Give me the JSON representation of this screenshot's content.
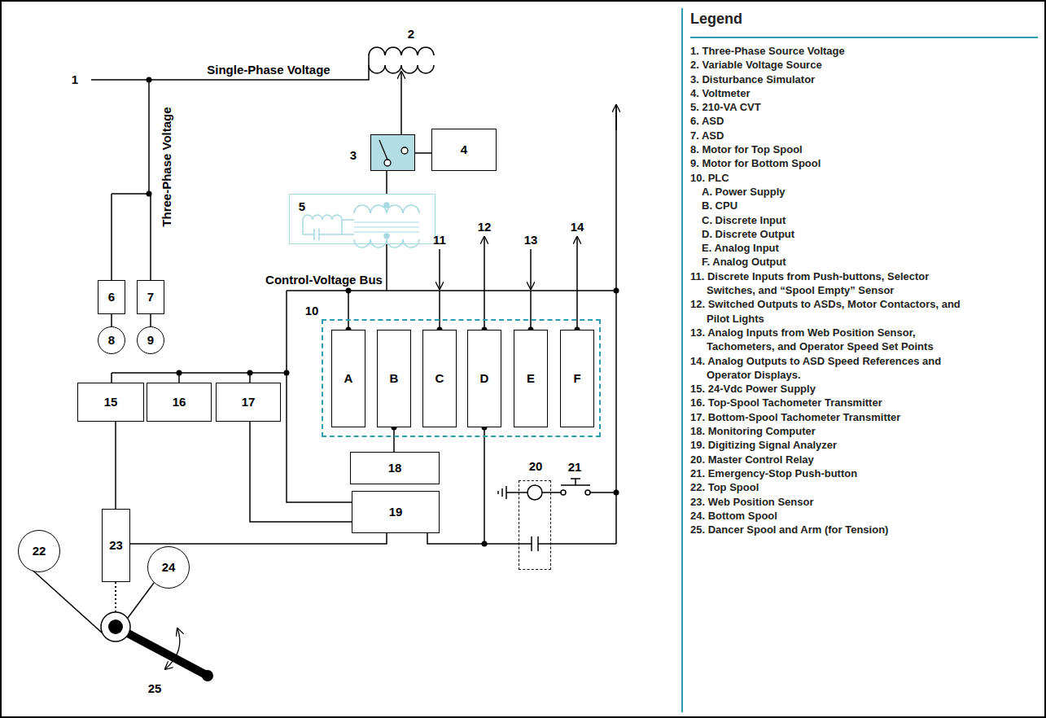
{
  "diagram": {
    "nodes": [
      {
        "text": [
          "3"
        ]
      },
      {
        "text": [
          "4"
        ]
      },
      {
        "text": [
          "5"
        ]
      },
      {
        "text": [
          "6"
        ]
      },
      {
        "text": [
          "7"
        ]
      },
      {
        "text": [
          "8"
        ]
      },
      {
        "text": [
          "9"
        ]
      },
      {
        "text": [
          "10"
        ]
      },
      {
        "text": [
          "A"
        ],
        "in": 7
      },
      {
        "text": [
          "B"
        ],
        "in": 7
      },
      {
        "text": [
          "C"
        ],
        "in": 7
      },
      {
        "text": [
          "D"
        ],
        "in": 7
      },
      {
        "text": [
          "E"
        ],
        "in": 7
      },
      {
        "text": [
          "F"
        ],
        "in": 7
      },
      {
        "text": [
          "15"
        ]
      },
      {
        "text": [
          "16"
        ]
      },
      {
        "text": [
          "17"
        ]
      },
      {
        "text": [
          "18"
        ]
      },
      {
        "text": [
          "19"
        ]
      },
      {
        "text": [
          "20"
        ]
      },
      {
        "text": [
          "23"
        ]
      },
      {
        "text": [
          "22"
        ]
      },
      {
        "text": [
          "24"
        ]
      }
    ],
    "edges": [
      {
        "from": 0,
        "to": 1,
        "arrow": "none"
      },
      {
        "from": 0,
        "to": 2,
        "arrow": "none"
      },
      {
        "from": 3,
        "to": 5,
        "arrow": "none"
      },
      {
        "from": 4,
        "to": 6,
        "arrow": "none"
      },
      {
        "from": 14,
        "to": 20,
        "arrow": "none"
      },
      {
        "from": 20,
        "to": 18,
        "arrow": "none"
      },
      {
        "from": 16,
        "to": 18,
        "arrow": "none"
      },
      {
        "from": 9,
        "to": 17,
        "arrow": "none"
      },
      {
        "from": 11,
        "to": 18,
        "arrow": "none"
      }
    ],
    "labels": [
      "1",
      "2",
      "Single-Phase Voltage",
      "Three-Phase Voltage",
      "Control-Voltage Bus",
      "11",
      "12",
      "13",
      "14",
      "21",
      "25",
      "Legend"
    ],
    "legend": [
      {
        "text": "1. Three-Phase Source Voltage"
      },
      {
        "text": "2. Variable Voltage Source"
      },
      {
        "text": "3. Disturbance Simulator"
      },
      {
        "text": "4. Voltmeter"
      },
      {
        "text": "5. 210-VA CVT"
      },
      {
        "text": "6. ASD"
      },
      {
        "text": "7. ASD"
      },
      {
        "text": "8. Motor for Top Spool"
      },
      {
        "text": "9. Motor for Bottom Spool"
      },
      {
        "text": "10. PLC"
      },
      {
        "text": "A. Power Supply"
      },
      {
        "text": "B. CPU"
      },
      {
        "text": "C. Discrete Input"
      },
      {
        "text": "D. Discrete Output"
      },
      {
        "text": "E. Analog Input"
      },
      {
        "text": "F. Analog Output"
      },
      {
        "text": "11. Discrete Inputs from Push-buttons, Selector Switches, and “Spool Empty” Sensor"
      },
      {
        "text": "12. Switched Outputs to ASDs, Motor Contactors, and Pilot Lights"
      },
      {
        "text": "13. Analog Inputs from Web Position Sensor, Tachometers, and Operator Speed Set Points"
      },
      {
        "text": "14. Analog Outputs to ASD Speed References and Operator Displays."
      },
      {
        "text": "15. 24-Vdc Power Supply"
      },
      {
        "text": "16. Top-Spool Tachometer Transmitter"
      },
      {
        "text": "17. Bottom-Spool Tachometer Transmitter"
      },
      {
        "text": "18. Monitoring Computer"
      },
      {
        "text": "19. Digitizing Signal Analyzer"
      },
      {
        "text": "20. Master Control Relay"
      },
      {
        "text": "21. Emergency-Stop Push-button"
      },
      {
        "text": "22. Top Spool"
      },
      {
        "text": "23. Web Position Sensor"
      },
      {
        "text": "24. Bottom Spool"
      },
      {
        "text": "25. Dancer Spool and Arm (for Tension)"
      }
    ]
  }
}
